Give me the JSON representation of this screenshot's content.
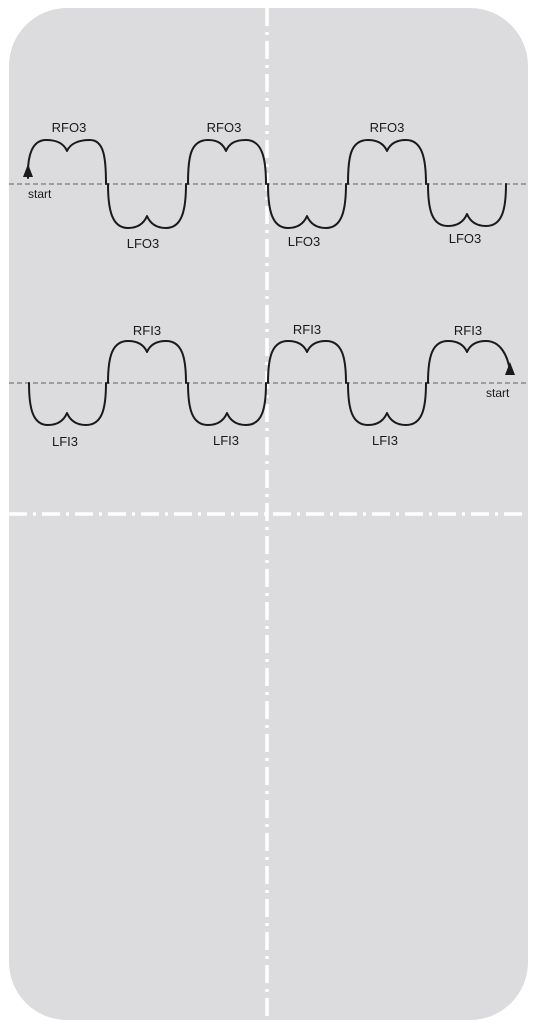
{
  "colors": {
    "rink_fill": "#dcdcde",
    "divider": "#ffffff",
    "baseline": "#8a8a8a",
    "path": "#1a1a1a"
  },
  "pattern1": {
    "start_label": "start",
    "upper_labels": [
      "RFO3",
      "RFO3",
      "RFO3"
    ],
    "lower_labels": [
      "LFO3",
      "LFO3",
      "LFO3"
    ]
  },
  "pattern2": {
    "start_label": "start",
    "upper_labels": [
      "RFI3",
      "RFI3",
      "RFI3"
    ],
    "lower_labels": [
      "LFI3",
      "LFI3",
      "LFI3"
    ]
  }
}
